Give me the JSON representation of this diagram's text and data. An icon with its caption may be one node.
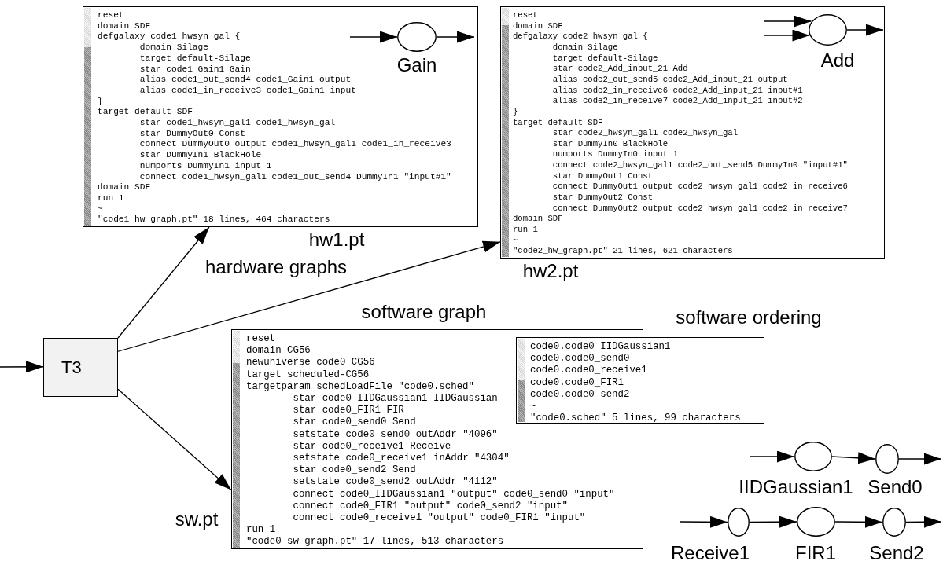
{
  "diagram": {
    "nodes": [
      {
        "text": [
          "T3"
        ]
      },
      {
        "text": [
          "reset",
          "domain SDF",
          "defgalaxy code1_hwsyn_gal {",
          "\tdomain Silage",
          "\ttarget default-Silage",
          "\tstar code1_Gain1 Gain",
          "\talias code1_out_send4 code1_Gain1 output",
          "\talias code1_in_receive3 code1_Gain1 input",
          "}",
          "target default-SDF",
          "\tstar code1_hwsyn_gal1 code1_hwsyn_gal",
          "\tstar DummyOut0 Const",
          "\tconnect DummyOut0 output code1_hwsyn_gal1 code1_in_receive3",
          "\tstar DummyIn1 BlackHole",
          "\tnumports DummyIn1 input 1",
          "\tconnect code1_hwsyn_gal1 code1_out_send4 DummyIn1 \"input#1\"",
          "domain SDF",
          "run 1",
          "~",
          "\"code1_hw_graph.pt\" 18 lines, 464 characters"
        ],
        "beside": [
          "hw1.pt"
        ]
      },
      {
        "text": [],
        "shape": "circle",
        "in": 1,
        "beside": [
          "Gain"
        ]
      },
      {
        "text": [
          "reset",
          "domain SDF",
          "defgalaxy code2_hwsyn_gal {",
          "\tdomain Silage",
          "\ttarget default-Silage",
          "\tstar code2_Add_input_21 Add",
          "\talias code2_out_send5 code2_Add_input_21 output",
          "\talias code2_in_receive6 code2_Add_input_21 input#1",
          "\talias code2_in_receive7 code2_Add_input_21 input#2",
          "}",
          "target default-SDF",
          "\tstar code2_hwsyn_gal1 code2_hwsyn_gal",
          "\tstar DummyIn0 BlackHole",
          "\tnumports DummyIn0 input 1",
          "\tconnect code2_hwsyn_gal1 code2_out_send5 DummyIn0 \"input#1\"",
          "\tstar DummyOut1 Const",
          "\tconnect DummyOut1 output code2_hwsyn_gal1 code2_in_receive6",
          "\tstar DummyOut2 Const",
          "\tconnect DummyOut2 output code2_hwsyn_gal1 code2_in_receive7",
          "domain SDF",
          "run 1",
          "~",
          "\"code2_hw_graph.pt\" 21 lines, 621 characters"
        ],
        "beside": [
          "hw2.pt"
        ]
      },
      {
        "text": [],
        "shape": "circle",
        "in": 3,
        "beside": [
          "Add"
        ]
      },
      {
        "text": [
          "reset",
          "domain CG56",
          "newuniverse code0 CG56",
          "target scheduled-CG56",
          "targetparam schedLoadFile \"code0.sched\"",
          "\tstar code0_IIDGaussian1 IIDGaussian",
          "\tstar code0_FIR1 FIR",
          "\tstar code0_send0 Send",
          "\tsetstate code0_send0 outAddr \"4096\"",
          "\tstar code0_receive1 Receive",
          "\tsetstate code0_receive1 inAddr \"4304\"",
          "\tstar code0_send2 Send",
          "\tsetstate code0_send2 outAddr \"4112\"",
          "\tconnect code0_IIDGaussian1 \"output\" code0_send0 \"input\"",
          "\tconnect code0_FIR1 \"output\" code0_send2 \"input\"",
          "\tconnect code0_receive1 \"output\" code0_FIR1 \"input\"",
          "run 1",
          "\"code0_sw_graph.pt\" 17 lines, 513 characters"
        ],
        "beside": [
          "software graph",
          "sw.pt"
        ]
      },
      {
        "text": [
          "code0.code0_IIDGaussian1",
          "code0.code0_send0",
          "code0.code0_receive1",
          "code0.code0_FIR1",
          "code0.code0_send2",
          "~",
          "\"code0.sched\" 5 lines, 99 characters"
        ],
        "beside": [
          "software ordering"
        ]
      },
      {
        "text": [],
        "shape": "circle",
        "beside": [
          "IIDGaussian1"
        ]
      },
      {
        "text": [],
        "shape": "circle",
        "beside": [
          "Send0"
        ]
      },
      {
        "text": [],
        "shape": "circle",
        "beside": [
          "Receive1"
        ]
      },
      {
        "text": [],
        "shape": "circle",
        "beside": [
          "FIR1"
        ]
      },
      {
        "text": [],
        "shape": "circle",
        "beside": [
          "Send2"
        ]
      }
    ],
    "edges": [
      {
        "from": null,
        "to": 0,
        "arrow": "to"
      },
      {
        "from": 0,
        "to": 1,
        "arrow": "to"
      },
      {
        "from": 0,
        "to": 3,
        "arrow": "to"
      },
      {
        "from": 0,
        "to": 5,
        "arrow": "to"
      },
      {
        "from": null,
        "to": 2,
        "arrow": "to"
      },
      {
        "from": 2,
        "to": null,
        "arrow": "to"
      },
      {
        "from": null,
        "to": 4,
        "arrow": "to"
      },
      {
        "from": null,
        "to": 4,
        "arrow": "to"
      },
      {
        "from": 4,
        "to": null,
        "arrow": "to"
      },
      {
        "from": null,
        "to": 7,
        "arrow": "to"
      },
      {
        "from": 7,
        "to": 8,
        "arrow": "to"
      },
      {
        "from": 8,
        "to": null,
        "arrow": "to"
      },
      {
        "from": null,
        "to": 9,
        "arrow": "to"
      },
      {
        "from": 9,
        "to": 10,
        "arrow": "to"
      },
      {
        "from": 10,
        "to": 11,
        "arrow": "to"
      },
      {
        "from": 11,
        "to": null,
        "arrow": "to"
      }
    ],
    "labels": [
      "hardware graphs"
    ]
  }
}
